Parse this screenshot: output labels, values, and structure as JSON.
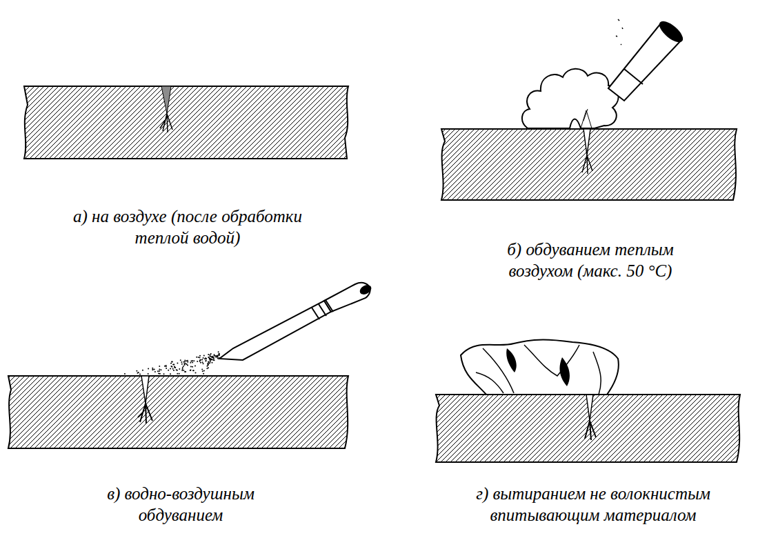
{
  "diagram": {
    "labels": [
      "а) на воздухе (после обработки теплой водой)",
      "б) обдуванием теплым воздухом (макс. 50 °C)",
      "в) водно-воздушным обдуванием",
      "г) вытиранием не волокнистым впитывающим материалом"
    ]
  }
}
